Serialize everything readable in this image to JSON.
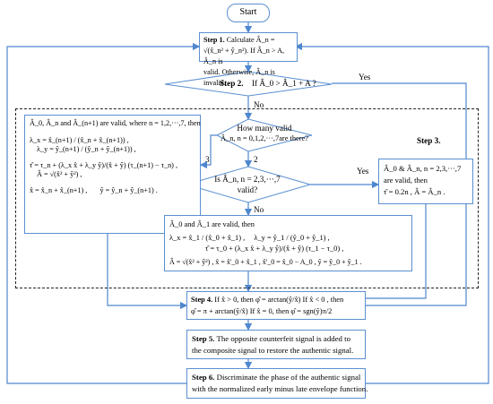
{
  "start": "Start",
  "step1": {
    "label": "Step 1.",
    "line1_a": "Calculate",
    "formula": "Â_n = √(x̂_n² + ŷ_n²)",
    "line1_b": ". If  Â_n > A,  Â_n  is",
    "line2": "valid. Otherwise,  Â_n  is invalid."
  },
  "step2": {
    "label": "Step 2.",
    "text": "If  Â_0 > Â_1 + A ?"
  },
  "edge_yes1": "Yes",
  "edge_no1": "No",
  "step3_label": "Step 3.",
  "d3": {
    "text1": "How many valid",
    "text2": "Â_n, n = 0,1,2,···,7are there?"
  },
  "edge_3": "3",
  "edge_2": "2",
  "d4": {
    "text1": "Is  Â_n, n = 2,3,···,7",
    "text2": "valid?"
  },
  "edge_yes2": "Yes",
  "edge_no2": "No",
  "box3": {
    "l1": "Â_0,  Â_n and  Â_(n+1) are valid, where  n = 1,2,···,7, then",
    "l2a": "λ_x = x̂_(n+1) / (x̂_n + x̂_(n+1)) ,",
    "l2b": "λ_y = ŷ_(n+1) / (ŷ_n + ŷ_(n+1)) ,",
    "l3a": "τ̂ = τ_n + (λ_x x̂ + λ_y ŷ)/(x̂ + ŷ) (τ_(n+1) − τ_n) ,",
    "l3b": "Â = √(x̂² + ŷ²) ,",
    "l4a": "x̂ = x̂_n + x̂_(n+1) ,",
    "l4b": "ŷ = ŷ_n + ŷ_(n+1) ."
  },
  "boxyes": {
    "l1": "Â_0 & Â_n, n = 2,3,···,7",
    "l2": "are valid, then",
    "l3": "τ̂ = 0.2n ,  Â = Â_n ."
  },
  "box2": {
    "l1": "Â_0 and  Â_1 are valid, then",
    "l2a": "λ_x = x̂_1 / (x̂_0 + x̂_1) ,",
    "l2b": "λ_y = ŷ_1 / (ŷ_0 + ŷ_1) ,",
    "l2c": "τ̂ = τ_0 + (λ_x x̂ + λ_y ŷ)/(x̂ + ŷ) (τ_1 − τ_0) ,",
    "l3": "Â = √(x̂² + ŷ²) ,   x̂ = x̂'_0 + x̂_1 ,   x̂'_0 = x̂_0 − A_0 ,   ŷ = ŷ_0 + ŷ_1 ."
  },
  "step4": {
    "label": "Step 4.",
    "l1": "If  x̂ > 0, then  φ̂ = arctan(ŷ/x̂)  If  x̂ < 0 , then",
    "l2": "φ̂ = π + arctan(ŷ/x̂)  If  x̂ = 0, then  φ̂ = sgn(ŷ)π/2"
  },
  "step5": {
    "label": "Step 5.",
    "l1": "The opposite counterfeit signal is added to",
    "l2": "the composite signal to restore the authentic signal."
  },
  "step6": {
    "label": "Step 6.",
    "l1": "Discriminate the phase of the authentic signal",
    "l2": "with the normalized early minus late envelope function."
  },
  "colors": {
    "arrow": "#4f87cf",
    "border": "#5a8fd1",
    "dashed": "#222222"
  }
}
